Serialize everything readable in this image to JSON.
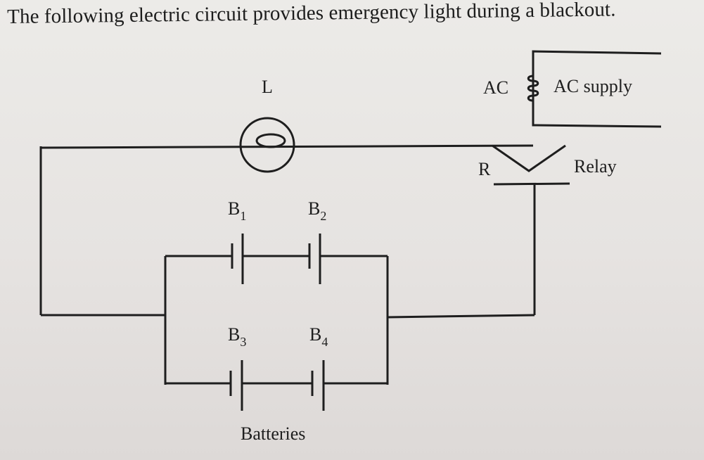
{
  "caption": "The following electric circuit provides emergency light during a blackout.",
  "labels": {
    "lamp": "L",
    "ac": "AC",
    "ac_supply": "AC supply",
    "relay_r": "R",
    "relay": "Relay",
    "b1_main": "B",
    "b1_sub": "1",
    "b2_main": "B",
    "b2_sub": "2",
    "b3_main": "B",
    "b3_sub": "3",
    "b4_main": "B",
    "b4_sub": "4",
    "batteries": "Batteries"
  }
}
